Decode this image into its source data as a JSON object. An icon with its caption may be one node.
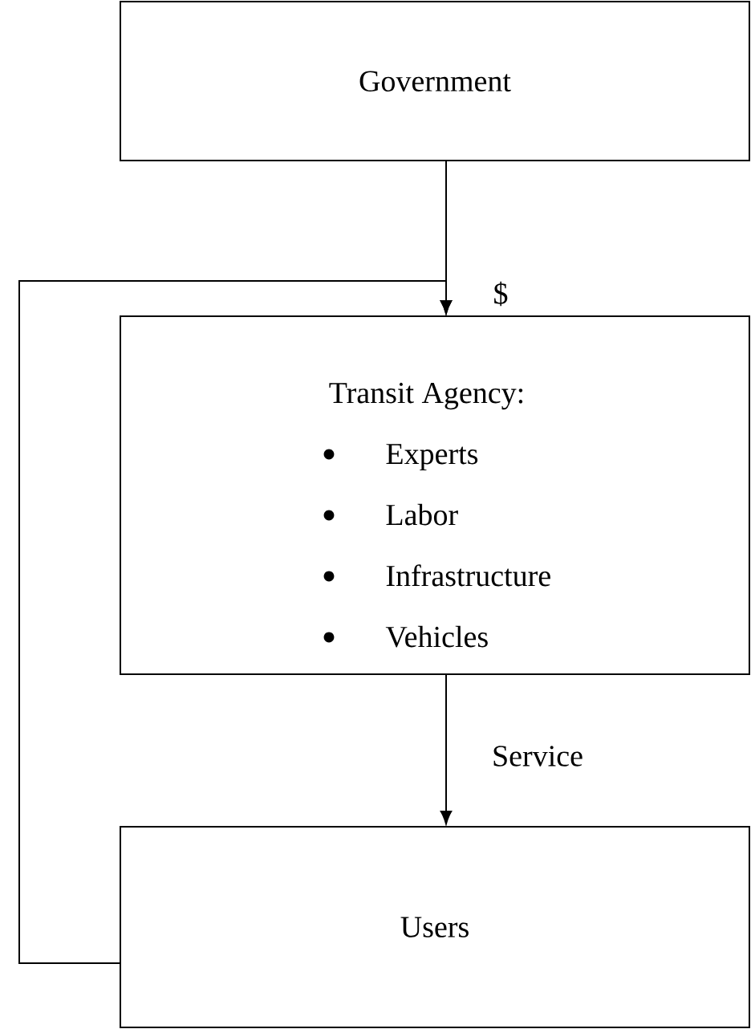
{
  "diagram": {
    "nodes": [
      {
        "text": [
          "Government"
        ]
      },
      {
        "text": [
          "Transit Agency:",
          "Experts",
          "Labor",
          "Infrastructure",
          "Vehicles"
        ]
      },
      {
        "text": [
          "Users"
        ]
      }
    ],
    "edges": [
      {
        "from": 0,
        "to": 1,
        "arrow": "to",
        "label": "$"
      },
      {
        "from": 2,
        "to": 1,
        "arrow": "to"
      },
      {
        "from": 1,
        "to": 2,
        "arrow": "to",
        "label": "Service"
      }
    ]
  }
}
